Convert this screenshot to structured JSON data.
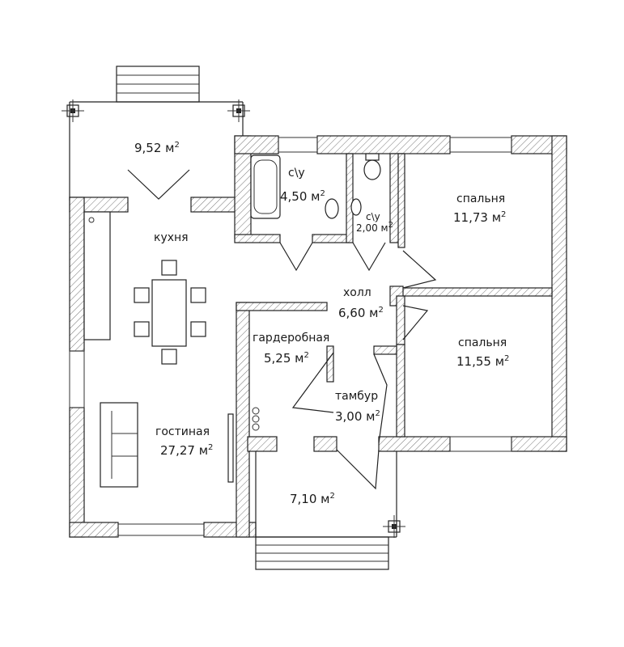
{
  "rooms": [
    {
      "id": "terrace-top",
      "name": "",
      "area": "9,52 м"
    },
    {
      "id": "kitchen",
      "name": "кухня",
      "area": ""
    },
    {
      "id": "bath-1",
      "name": "с\\у",
      "area": "4,50 м"
    },
    {
      "id": "bath-2",
      "name": "с\\у",
      "area": "2,00 м"
    },
    {
      "id": "bedroom-1",
      "name": "спальня",
      "area": "11,73 м"
    },
    {
      "id": "hall",
      "name": "холл",
      "area": "6,60 м"
    },
    {
      "id": "wardrobe",
      "name": "гардеробная",
      "area": "5,25 м"
    },
    {
      "id": "bedroom-2",
      "name": "спальня",
      "area": "11,55 м"
    },
    {
      "id": "vestibule",
      "name": "тамбур",
      "area": "3,00 м"
    },
    {
      "id": "living",
      "name": "гостиная",
      "area": "27,27 м"
    },
    {
      "id": "porch",
      "name": "",
      "area": "7,10 м"
    }
  ],
  "unit_superscript": "2"
}
